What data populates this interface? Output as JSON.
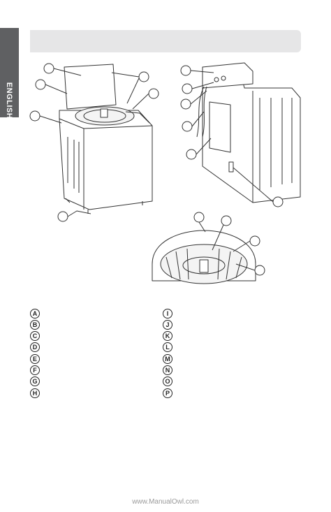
{
  "side_tab": {
    "label": "ENGLISH"
  },
  "legend": {
    "left": [
      "A",
      "B",
      "C",
      "D",
      "E",
      "F",
      "G",
      "H"
    ],
    "right": [
      "I",
      "J",
      "K",
      "L",
      "M",
      "N",
      "O",
      "P"
    ]
  },
  "footer": {
    "watermark": "www.ManualOwl.com"
  }
}
